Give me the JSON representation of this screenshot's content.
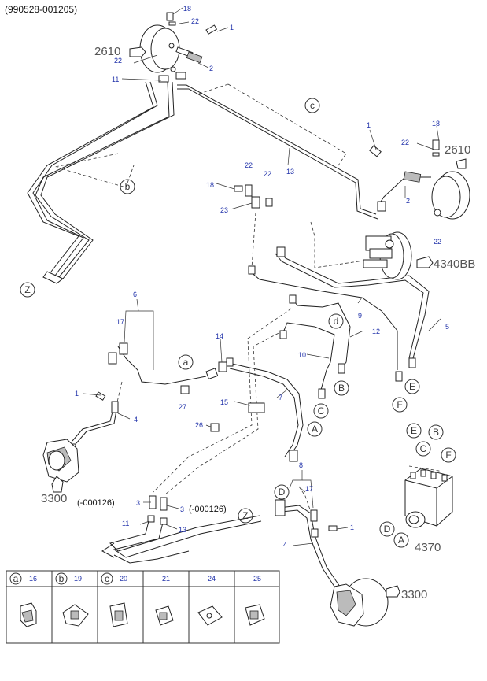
{
  "header": {
    "code": "(990528-001205)"
  },
  "ref_labels": {
    "r2610a": "2610",
    "r2610b": "2610",
    "r4340": "4340BB",
    "r3300a": "3300",
    "r3300b": "3300",
    "r4370": "4370"
  },
  "date_labels": {
    "d1": "(-000126)",
    "d2": "(-000126)"
  },
  "part_numbers": {
    "p18a": "18",
    "p22a": "22",
    "p1a": "1",
    "p22b": "22",
    "p2a": "2",
    "p11a": "11",
    "p1b": "1",
    "p18b": "18",
    "p22c": "22",
    "p22d": "22",
    "p22e": "22",
    "p13a": "13",
    "p18c": "18",
    "p23": "23",
    "p2b": "2",
    "p22f": "22",
    "p6": "6",
    "p9": "9",
    "p17a": "17",
    "p12": "12",
    "p5": "5",
    "p14": "14",
    "p10": "10",
    "p1c": "1",
    "p27": "27",
    "p7": "7",
    "p15": "15",
    "p4a": "4",
    "p26": "26",
    "p8": "8",
    "p17b": "17",
    "p3a": "3",
    "p3b": "3",
    "p11b": "11",
    "p13b": "13",
    "p1d": "1",
    "p4b": "4"
  },
  "circle_labels": {
    "c_top": "c",
    "b_top": "b",
    "z1": "Z",
    "a1": "a",
    "d1": "d",
    "B1": "B",
    "C1": "C",
    "E1": "E",
    "F1": "F",
    "A1": "A",
    "D1": "D",
    "z2": "Z",
    "E2": "E",
    "C2": "C",
    "B2": "B",
    "F2": "F",
    "D2": "D",
    "A2": "A"
  },
  "legend": {
    "items": [
      {
        "letter": "a",
        "part": "16"
      },
      {
        "letter": "b",
        "part": "19"
      },
      {
        "letter": "c",
        "part": "20"
      },
      {
        "letter": "",
        "part": "21"
      },
      {
        "letter": "",
        "part": "24"
      },
      {
        "letter": "",
        "part": "25"
      }
    ]
  }
}
